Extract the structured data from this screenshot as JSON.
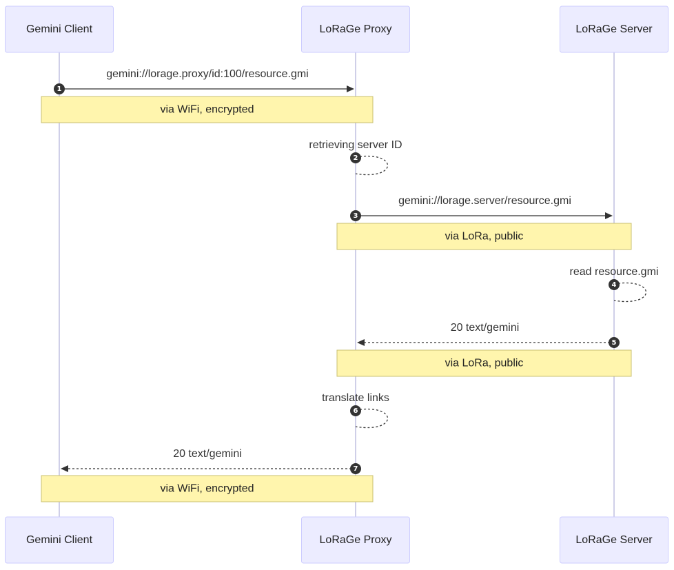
{
  "colors": {
    "actor_fill": "#ececff",
    "actor_stroke": "#ccccff",
    "note_fill": "#fff5ad",
    "note_stroke": "#c9c073",
    "lifeline": "#cfcfe8",
    "message": "#333333"
  },
  "participants": [
    {
      "id": "client",
      "label": "Gemini Client"
    },
    {
      "id": "proxy",
      "label": "LoRaGe Proxy"
    },
    {
      "id": "server",
      "label": "LoRaGe Server"
    }
  ],
  "steps": [
    {
      "kind": "message",
      "seq": "1",
      "from": "client",
      "to": "proxy",
      "style": "solid",
      "label": "gemini://lorage.proxy/id:100/resource.gmi"
    },
    {
      "kind": "note",
      "over": [
        "client",
        "proxy"
      ],
      "text": "via WiFi, encrypted"
    },
    {
      "kind": "self",
      "seq": "2",
      "at": "proxy",
      "label": "retrieving server ID"
    },
    {
      "kind": "message",
      "seq": "3",
      "from": "proxy",
      "to": "server",
      "style": "solid",
      "label": "gemini://lorage.server/resource.gmi"
    },
    {
      "kind": "note",
      "over": [
        "proxy",
        "server"
      ],
      "text": "via LoRa, public"
    },
    {
      "kind": "self",
      "seq": "4",
      "at": "server",
      "label": "read resource.gmi"
    },
    {
      "kind": "message",
      "seq": "5",
      "from": "server",
      "to": "proxy",
      "style": "dashed",
      "label": "20 text/gemini"
    },
    {
      "kind": "note",
      "over": [
        "proxy",
        "server"
      ],
      "text": "via LoRa, public"
    },
    {
      "kind": "self",
      "seq": "6",
      "at": "proxy",
      "label": "translate links"
    },
    {
      "kind": "message",
      "seq": "7",
      "from": "proxy",
      "to": "client",
      "style": "dashed",
      "label": "20 text/gemini"
    },
    {
      "kind": "note",
      "over": [
        "client",
        "proxy"
      ],
      "text": "via WiFi, encrypted"
    }
  ]
}
